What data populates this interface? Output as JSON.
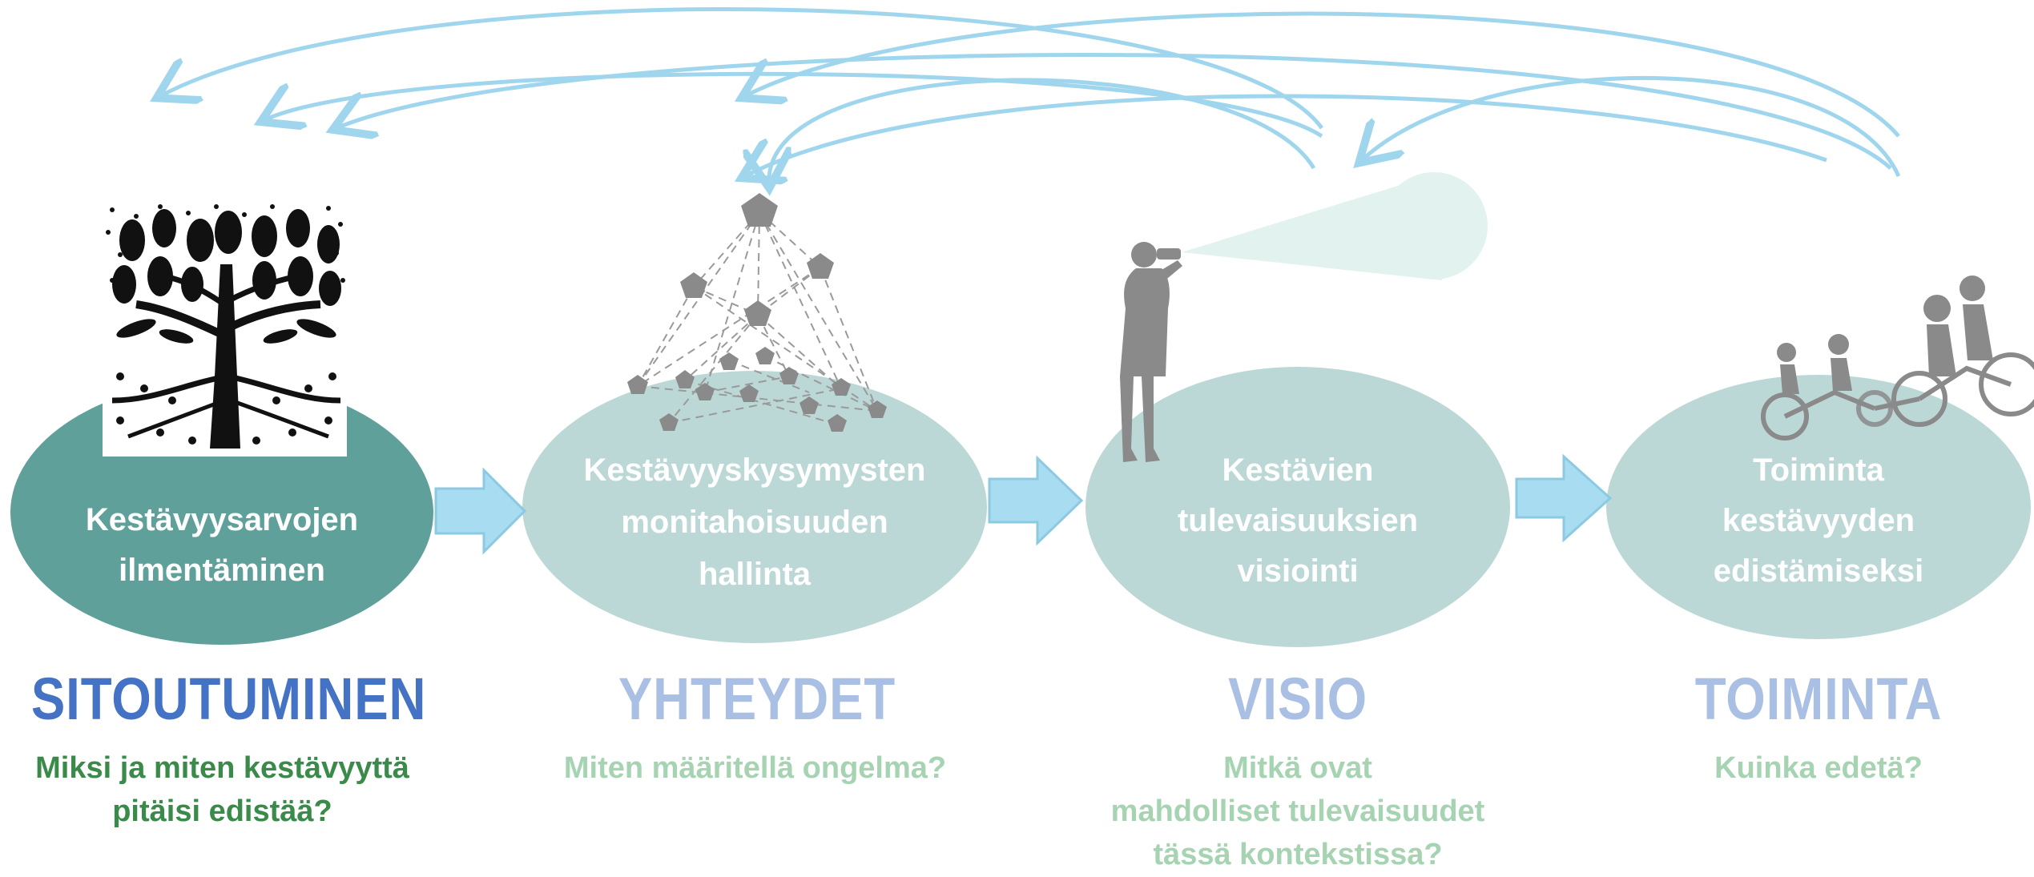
{
  "stages": [
    {
      "ellipse_lines": [
        "Kestävyysarvojen",
        "ilmentäminen"
      ],
      "title": "SITOUTUMINEN",
      "question": "Miksi ja miten kestävyyttä\npitäisi edistää?",
      "ellipse_color": "#5fa09a",
      "title_color": "#4472c4",
      "question_color": "#3a8a4a",
      "illustration": "tree-icon"
    },
    {
      "ellipse_lines": [
        "Kestävyyskysymysten",
        "monitahoisuuden",
        "hallinta"
      ],
      "title": "YHTEYDET",
      "question": "Miten määritellä ongelma?",
      "ellipse_color": "#bcd8d6",
      "title_color": "#a9bfe3",
      "question_color": "#a6d3b1",
      "illustration": "network-icon"
    },
    {
      "ellipse_lines": [
        "Kestävien",
        "tulevaisuuksien",
        "visiointi"
      ],
      "title": "VISIO",
      "question": "Mitkä ovat\nmahdolliset tulevaisuudet\ntässä kontekstissa?",
      "ellipse_color": "#bcd8d6",
      "title_color": "#a9bfe3",
      "question_color": "#a6d3b1",
      "illustration": "binoculars-person-icon"
    },
    {
      "ellipse_lines": [
        "Toiminta",
        "kestävyyden",
        "edistämiseksi"
      ],
      "title": "TOIMINTA",
      "question": "Kuinka edetä?",
      "ellipse_color": "#bcd8d6",
      "title_color": "#a9bfe3",
      "question_color": "#a6d3b1",
      "illustration": "tandem-bicycle-icon"
    }
  ],
  "colors": {
    "arrow": "#a8dcf0",
    "arrow_stroke": "#8cc9e2",
    "feedback_arrows": "#9fd6ee",
    "illustration_gray": "#8a8a8a",
    "light_beam": "#e2f3ef"
  }
}
